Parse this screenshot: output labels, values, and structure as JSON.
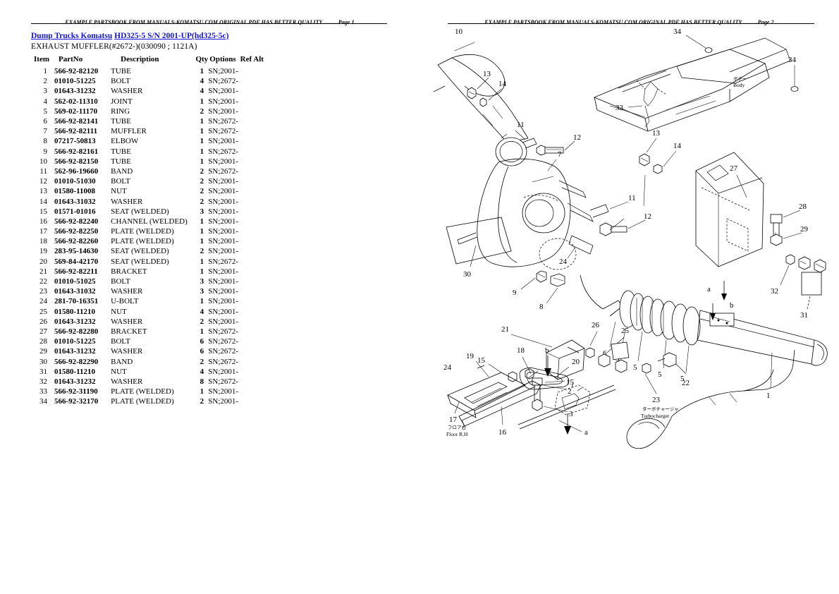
{
  "document": {
    "running_head_page1": "EXAMPLE PARTSBOOK FROM MANUALS-KOMATSU.COM ORIGINAL PDF HAS BETTER QUALITY...........Page 1",
    "running_head_page2": "EXAMPLE PARTSBOOK FROM MANUALS-KOMATSU.COM ORIGINAL PDF HAS BETTER QUALITY...........Page 2"
  },
  "title": {
    "machine_link": "Dump Trucks Komatsu",
    "model_link": "HD325-5 S/N 2001-UP(hd325-5c)",
    "section": "EXHAUST MUFFLER(#2672-)(030090 ; 1121A)"
  },
  "table": {
    "headers": {
      "item": "Item",
      "partno": "PartNo",
      "description": "Description",
      "qty": "Qty",
      "options": "Options",
      "refalt": "Ref Alt"
    },
    "rows": [
      {
        "item": "1",
        "partno": "566-92-82120",
        "desc": "TUBE",
        "qty": "1",
        "opt": "SN;2001-",
        "ref": ""
      },
      {
        "item": "2",
        "partno": "01010-51225",
        "desc": "BOLT",
        "qty": "4",
        "opt": "SN;2672-",
        "ref": ""
      },
      {
        "item": "3",
        "partno": "01643-31232",
        "desc": "WASHER",
        "qty": "4",
        "opt": "SN;2001-",
        "ref": ""
      },
      {
        "item": "4",
        "partno": "562-02-11310",
        "desc": "JOINT",
        "qty": "1",
        "opt": "SN;2001-",
        "ref": ""
      },
      {
        "item": "5",
        "partno": "569-02-11170",
        "desc": "RING",
        "qty": "2",
        "opt": "SN;2001-",
        "ref": ""
      },
      {
        "item": "6",
        "partno": "566-92-82141",
        "desc": "TUBE",
        "qty": "1",
        "opt": "SN;2672-",
        "ref": ""
      },
      {
        "item": "7",
        "partno": "566-92-82111",
        "desc": "MUFFLER",
        "qty": "1",
        "opt": "SN;2672-",
        "ref": ""
      },
      {
        "item": "8",
        "partno": "07217-50813",
        "desc": "ELBOW",
        "qty": "1",
        "opt": "SN;2001-",
        "ref": ""
      },
      {
        "item": "9",
        "partno": "566-92-82161",
        "desc": "TUBE",
        "qty": "1",
        "opt": "SN;2672-",
        "ref": ""
      },
      {
        "item": "10",
        "partno": "566-92-82150",
        "desc": "TUBE",
        "qty": "1",
        "opt": "SN;2001-",
        "ref": ""
      },
      {
        "item": "11",
        "partno": "562-96-19660",
        "desc": "BAND",
        "qty": "2",
        "opt": "SN;2672-",
        "ref": ""
      },
      {
        "item": "12",
        "partno": "01010-51030",
        "desc": "BOLT",
        "qty": "2",
        "opt": "SN;2001-",
        "ref": ""
      },
      {
        "item": "13",
        "partno": "01580-11008",
        "desc": "NUT",
        "qty": "2",
        "opt": "SN;2001-",
        "ref": ""
      },
      {
        "item": "14",
        "partno": "01643-31032",
        "desc": "WASHER",
        "qty": "2",
        "opt": "SN;2001-",
        "ref": ""
      },
      {
        "item": "15",
        "partno": "01571-01016",
        "desc": "SEAT (WELDED)",
        "qty": "3",
        "opt": "SN;2001-",
        "ref": ""
      },
      {
        "item": "16",
        "partno": "566-92-82240",
        "desc": "CHANNEL (WELDED)",
        "qty": "1",
        "opt": "SN;2001-",
        "ref": ""
      },
      {
        "item": "17",
        "partno": "566-92-82250",
        "desc": "PLATE (WELDED)",
        "qty": "1",
        "opt": "SN;2001-",
        "ref": ""
      },
      {
        "item": "18",
        "partno": "566-92-82260",
        "desc": "PLATE (WELDED)",
        "qty": "1",
        "opt": "SN;2001-",
        "ref": ""
      },
      {
        "item": "19",
        "partno": "283-95-14630",
        "desc": "SEAT (WELDED)",
        "qty": "2",
        "opt": "SN;2001-",
        "ref": ""
      },
      {
        "item": "20",
        "partno": "569-84-42170",
        "desc": "SEAT (WELDED)",
        "qty": "1",
        "opt": "SN;2672-",
        "ref": ""
      },
      {
        "item": "21",
        "partno": "566-92-82211",
        "desc": "BRACKET",
        "qty": "1",
        "opt": "SN;2001-",
        "ref": ""
      },
      {
        "item": "22",
        "partno": "01010-51025",
        "desc": "BOLT",
        "qty": "3",
        "opt": "SN;2001-",
        "ref": ""
      },
      {
        "item": "23",
        "partno": "01643-31032",
        "desc": "WASHER",
        "qty": "3",
        "opt": "SN;2001-",
        "ref": ""
      },
      {
        "item": "24",
        "partno": "281-70-16351",
        "desc": "U-BOLT",
        "qty": "1",
        "opt": "SN;2001-",
        "ref": ""
      },
      {
        "item": "25",
        "partno": "01580-11210",
        "desc": "NUT",
        "qty": "4",
        "opt": "SN;2001-",
        "ref": ""
      },
      {
        "item": "26",
        "partno": "01643-31232",
        "desc": "WASHER",
        "qty": "2",
        "opt": "SN;2001-",
        "ref": ""
      },
      {
        "item": "27",
        "partno": "566-92-82280",
        "desc": "BRACKET",
        "qty": "1",
        "opt": "SN;2672-",
        "ref": ""
      },
      {
        "item": "28",
        "partno": "01010-51225",
        "desc": "BOLT",
        "qty": "6",
        "opt": "SN;2672-",
        "ref": ""
      },
      {
        "item": "29",
        "partno": "01643-31232",
        "desc": "WASHER",
        "qty": "6",
        "opt": "SN;2672-",
        "ref": ""
      },
      {
        "item": "30",
        "partno": "566-92-82290",
        "desc": "BAND",
        "qty": "2",
        "opt": "SN;2672-",
        "ref": ""
      },
      {
        "item": "31",
        "partno": "01580-11210",
        "desc": "NUT",
        "qty": "4",
        "opt": "SN;2001-",
        "ref": ""
      },
      {
        "item": "32",
        "partno": "01643-31232",
        "desc": "WASHER",
        "qty": "8",
        "opt": "SN;2672-",
        "ref": ""
      },
      {
        "item": "33",
        "partno": "566-92-31190",
        "desc": "PLATE (WELDED)",
        "qty": "1",
        "opt": "SN;2001-",
        "ref": ""
      },
      {
        "item": "34",
        "partno": "566-92-32170",
        "desc": "PLATE (WELDED)",
        "qty": "2",
        "opt": "SN;2001-",
        "ref": ""
      }
    ]
  },
  "diagram": {
    "annotations": [
      {
        "jp": "ボデー",
        "en": "Body"
      },
      {
        "jp": "ターボチャージャ",
        "en": "Turbocharger"
      },
      {
        "jp": "フロア右",
        "en": "Floor R.H"
      }
    ],
    "section_markers": [
      "a",
      "b"
    ],
    "callouts": [
      "1",
      "2",
      "3",
      "5",
      "5",
      "5",
      "5",
      "6",
      "7",
      "8",
      "9",
      "10",
      "11",
      "11",
      "12",
      "12",
      "13",
      "13",
      "14",
      "14",
      "15",
      "15",
      "16",
      "17",
      "18",
      "19",
      "20",
      "21",
      "22",
      "23",
      "24",
      "25",
      "26",
      "27",
      "28",
      "29",
      "30",
      "31",
      "32",
      "33",
      "34",
      "34"
    ]
  },
  "colors": {
    "link": "#1414d2",
    "text": "#000000",
    "background": "#ffffff"
  }
}
